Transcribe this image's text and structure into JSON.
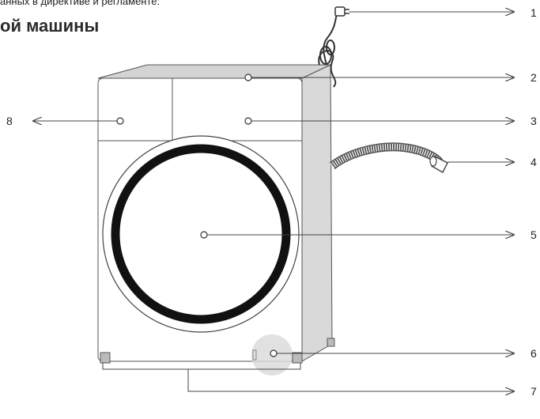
{
  "header": {
    "cut_line": "анных в директиве и регламенте:",
    "title": "ой машины"
  },
  "callouts": [
    "1",
    "2",
    "3",
    "4",
    "5",
    "6",
    "7",
    "8"
  ],
  "colors": {
    "line": "#444444",
    "drum_ring": "#111111",
    "side_panel": "#d9d9d9",
    "top_panel": "#d4d4d4",
    "badge": "#dcdcdc"
  }
}
